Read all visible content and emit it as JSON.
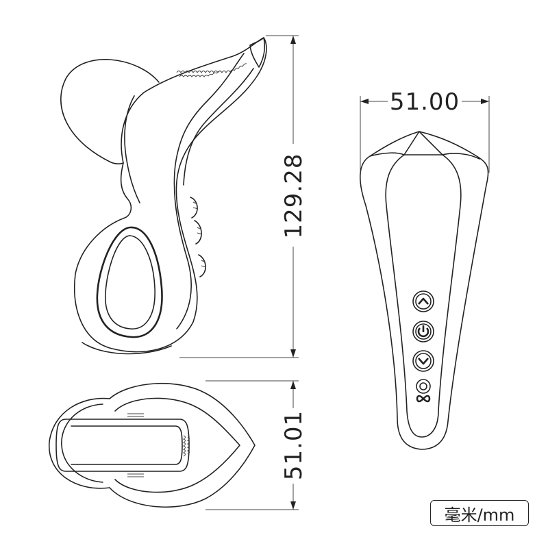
{
  "dimensions": {
    "height": "129.28",
    "width": "51.00",
    "depth": "51.01"
  },
  "unit_label": "毫米/mm",
  "icons": {
    "button_up": "chevron-up-icon",
    "button_power": "power-icon",
    "button_down": "chevron-down-icon",
    "button_mode": "mode-icon"
  },
  "colors": {
    "line": "#222222",
    "background": "#ffffff"
  }
}
